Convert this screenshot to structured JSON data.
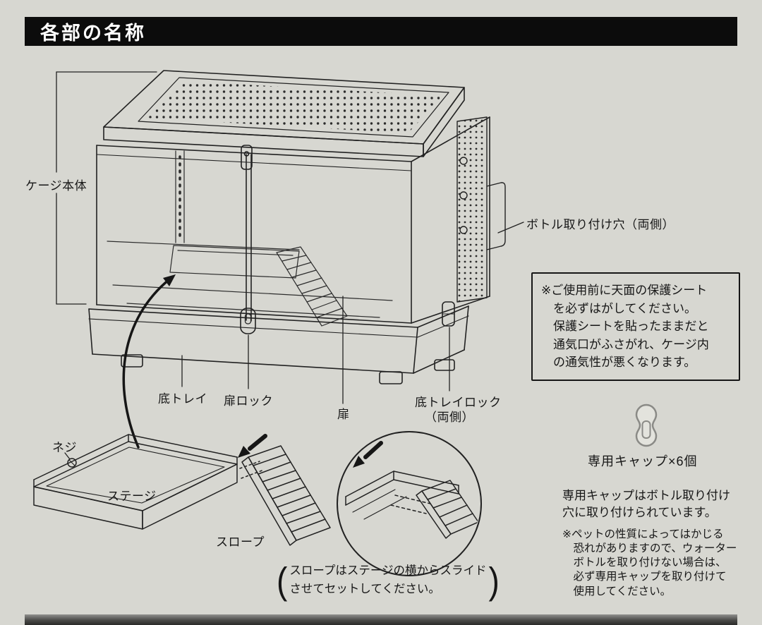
{
  "header": {
    "title": "各部の名称"
  },
  "diagram": {
    "labels": {
      "cage_body": "ケージ本体",
      "bottle_hole": "ボトル取り付け穴（両側）",
      "bottom_tray": "底トレイ",
      "door_lock": "扉ロック",
      "door": "扉",
      "bottom_tray_lock_1": "底トレイロック",
      "bottom_tray_lock_2": "（両側）",
      "screw": "ネジ",
      "stage": "ステージ",
      "slope": "スロープ"
    },
    "slope_note": {
      "open": "(",
      "text": "スロープはステージの横からスライド\nさせてセットしてください。",
      "close": ")"
    }
  },
  "sidebar": {
    "protective_note": "※ご使用前に天面の保護シート\nを必ずはがしてください。\n保護シートを貼ったままだと\n通気口がふさがれ、ケージ内\nの通気性が悪くなります。",
    "cap_label": "専用キャップ×6個",
    "cap_note": "専用キャップはボトル取り付け\n穴に取り付けられています。",
    "pet_note": "※ペットの性質によってはかじる\n恐れがありますので、ウォーター\nボトルを取り付けない場合は、\n必ず専用キャップを取り付けて\n使用してください。"
  },
  "colors": {
    "page_bg": "#d7d7d1",
    "ink": "#1c1c1c",
    "header_bg": "#0c0c0c",
    "header_text": "#ffffff",
    "cap_gray": "#8a8a86"
  }
}
